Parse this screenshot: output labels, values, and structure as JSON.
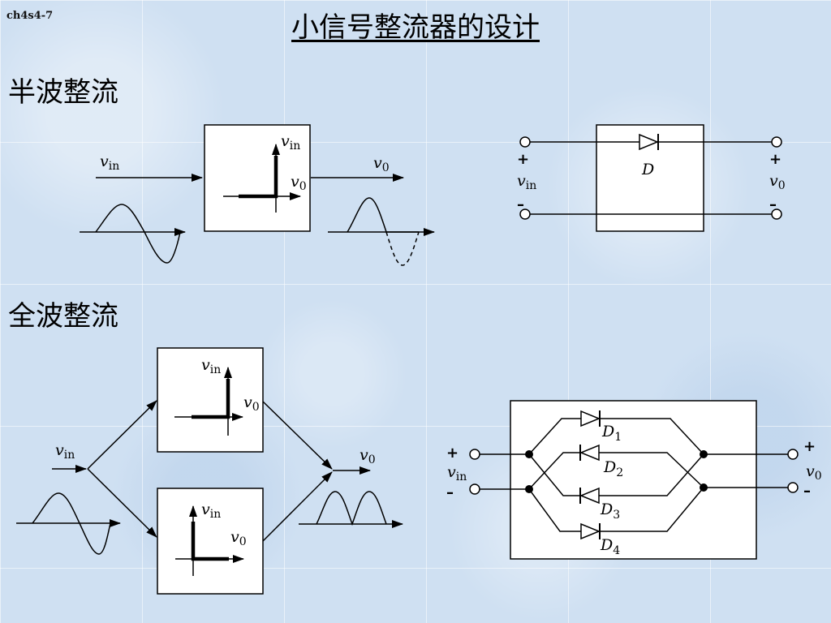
{
  "slide_code": "ch4s4-7",
  "title": "小信号整流器的设计",
  "sections": {
    "half_wave": "半波整流",
    "full_wave": "全波整流"
  },
  "labels": {
    "v": "v",
    "in": "in",
    "zero": "0",
    "D": "D",
    "plus": "+",
    "minus": "–",
    "d1": "1",
    "d2": "2",
    "d3": "3",
    "d4": "4"
  }
}
